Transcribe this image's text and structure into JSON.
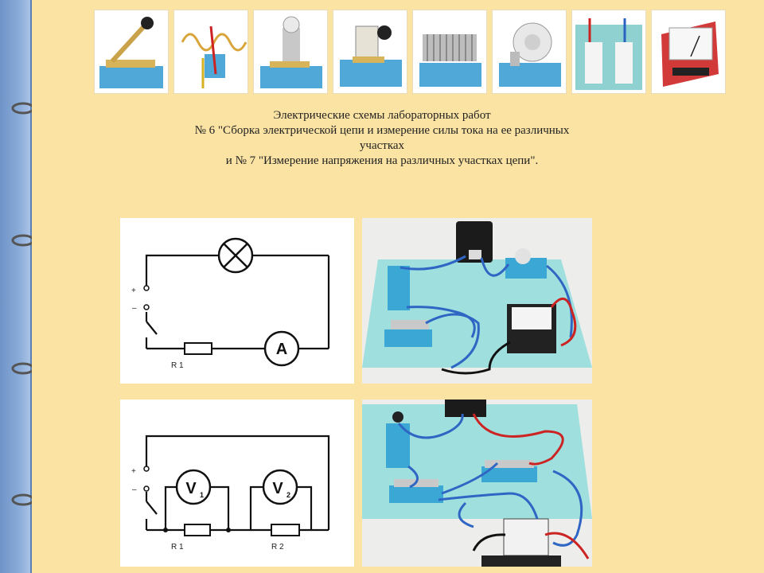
{
  "title": {
    "line1": "Электрические схемы лабораторных работ",
    "line2": "№ 6 \"Сборка электрической цепи и измерение силы тока на ее различных",
    "line3": "участках",
    "line4": "и № 7 \"Измерение напряжения на различных участках цепи\"."
  },
  "equipment_strip": [
    {
      "icon": "key-switch-icon"
    },
    {
      "icon": "spiral-wire-icon"
    },
    {
      "icon": "lamp-holder-icon"
    },
    {
      "icon": "rheostat-clamp-icon"
    },
    {
      "icon": "comb-resistor-icon"
    },
    {
      "icon": "wire-reel-icon"
    },
    {
      "icon": "meter-board-icon"
    },
    {
      "icon": "voltmeter-box-icon"
    }
  ],
  "diagram1": {
    "plus": "+",
    "minus": "–",
    "resistor_label": "R 1",
    "ammeter_symbol": "A"
  },
  "diagram2": {
    "plus": "+",
    "minus": "–",
    "resistor1_label": "R 1",
    "resistor2_label": "R 2",
    "voltmeter1_symbol": "V",
    "voltmeter1_sub": "1",
    "voltmeter2_symbol": "V",
    "voltmeter2_sub": "2"
  }
}
